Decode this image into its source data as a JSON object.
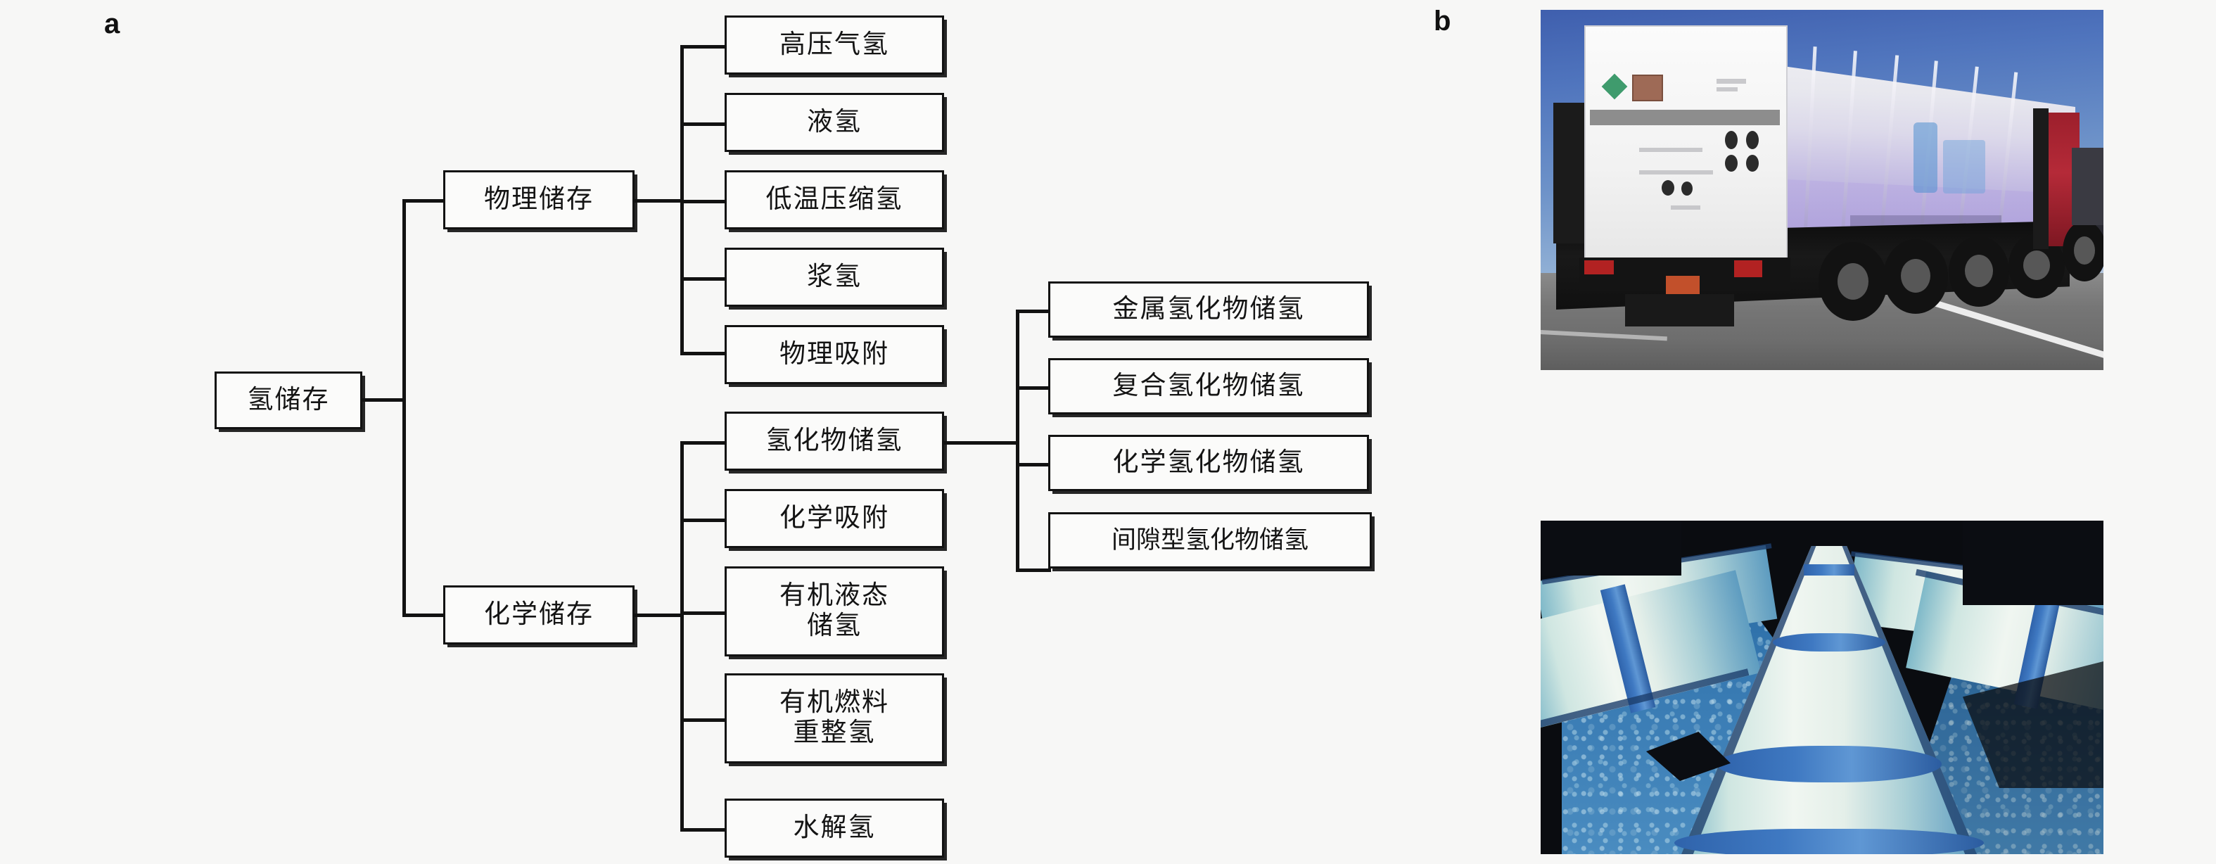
{
  "figure": {
    "panels": [
      {
        "letter": "a",
        "name": "hydrogen-storage-classification-tree"
      },
      {
        "letter": "b",
        "name": "hydrogen-transport-photographs"
      }
    ]
  },
  "tree": {
    "root": {
      "label": "氢储存"
    },
    "level1": [
      {
        "label": "物理储存"
      },
      {
        "label": "化学储存"
      }
    ],
    "physical_children": [
      {
        "label": "高压气氢"
      },
      {
        "label": "液氢"
      },
      {
        "label": "低温压缩氢"
      },
      {
        "label": "浆氢"
      },
      {
        "label": "物理吸附"
      }
    ],
    "chemical_children": [
      {
        "label": "氢化物储氢"
      },
      {
        "label": "化学吸附"
      },
      {
        "label": "有机液态储氢",
        "line1": "有机液态",
        "line2": "储氢"
      },
      {
        "label": "有机燃料重整氢",
        "line1": "有机燃料",
        "line2": "重整氢"
      },
      {
        "label": "水解氢"
      }
    ],
    "hydride_children": [
      {
        "label": "金属氢化物储氢"
      },
      {
        "label": "复合氢化物储氢"
      },
      {
        "label": "化学氢化物储氢"
      },
      {
        "label": "间隙型氢化物储氢"
      }
    ]
  },
  "photos": {
    "truck": {
      "name": "hydrogen-tube-trailer-truck-photo",
      "caption": ""
    },
    "pipeline": {
      "name": "hydrogen-pipeline-photo",
      "caption": ""
    }
  },
  "colors": {
    "background": "#f7f7f6",
    "box_fill": "#fbfbfa",
    "box_border": "#121212",
    "text": "#141414",
    "truck_sky": "#4f74bd",
    "truck_tank": "#b3a9dc",
    "truck_cab": "#b52a38",
    "pipe_band": "#3f79c2",
    "pipe_body": "#e4efe9"
  }
}
